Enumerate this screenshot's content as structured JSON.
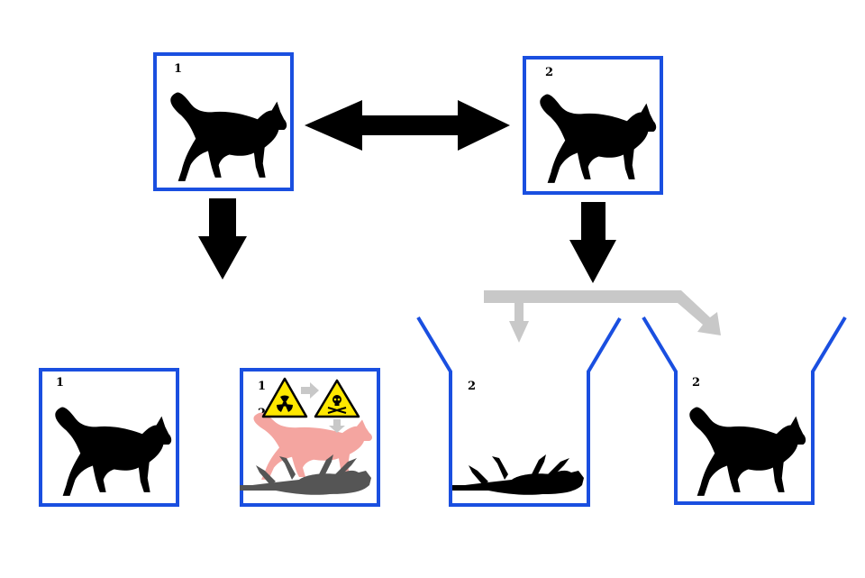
{
  "labels": {
    "box_top_left": "1",
    "box_top_right": "2",
    "box_bottom_left_alive": "1",
    "box_bottom_left_superposed": "1",
    "box_superposed_sub": "2",
    "container_dead": "2",
    "container_alive": "2"
  },
  "icons": {
    "radiation": "radiation-warning-icon",
    "poison": "poison-warning-icon"
  },
  "colors": {
    "frame": "#1a4fe0",
    "arrow": "#000000",
    "gray_arrow": "#c8c8c8",
    "ghost_cat": "#f4a5a0",
    "dead_cat": "#555555",
    "warning_yellow": "#ffe800"
  }
}
